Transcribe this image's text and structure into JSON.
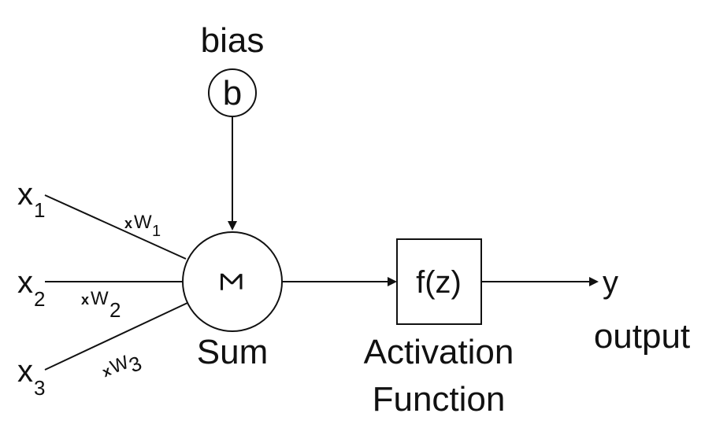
{
  "bias": {
    "label": "bias",
    "node": "b"
  },
  "inputs": [
    {
      "symbol": "x",
      "index": "1",
      "weight_prefix": "x",
      "weight": "W",
      "weight_index": "1"
    },
    {
      "symbol": "x",
      "index": "2",
      "weight_prefix": "x",
      "weight": "W",
      "weight_index": "2"
    },
    {
      "symbol": "x",
      "index": "3",
      "weight_prefix": "x",
      "weight": "W",
      "weight_index": "3"
    }
  ],
  "sum": {
    "symbol": "Σ",
    "label": "Sum"
  },
  "activation": {
    "formula": "f(z)",
    "label_line1": "Activation",
    "label_line2": "Function"
  },
  "output": {
    "symbol": "y",
    "label": "output"
  },
  "colors": {
    "stroke": "#111111",
    "background": "#ffffff"
  }
}
